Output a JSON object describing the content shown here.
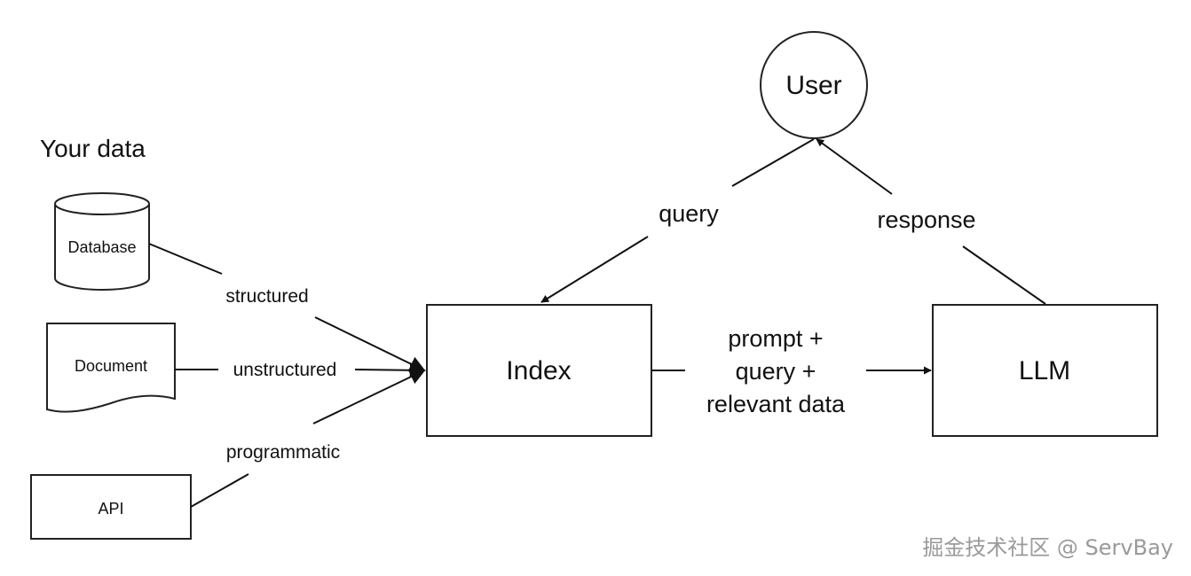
{
  "title": "Your data",
  "sources": {
    "database": "Database",
    "document": "Document",
    "api": "API"
  },
  "edges": {
    "structured": "structured",
    "unstructured": "unstructured",
    "programmatic": "programmatic",
    "query": "query",
    "response": "response",
    "prompt_lines": [
      "prompt +",
      "query +",
      "relevant data"
    ]
  },
  "nodes": {
    "index": "Index",
    "llm": "LLM",
    "user": "User"
  },
  "watermark": "掘金技术社区 @ ServBay"
}
